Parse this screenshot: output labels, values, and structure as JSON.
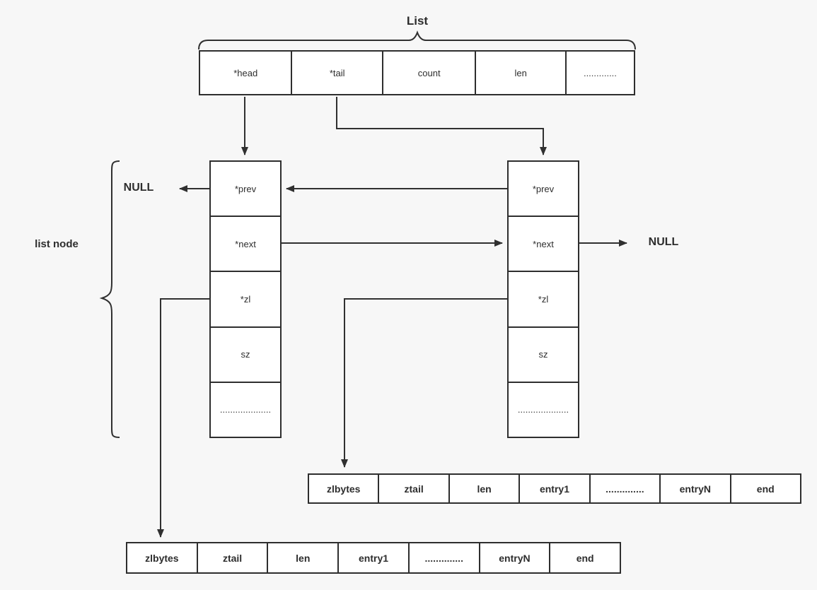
{
  "colors": {
    "background": "#f7f7f7",
    "line": "#303030",
    "cell_fill": "#ffffff",
    "text": "#2d2d2d"
  },
  "list_struct": {
    "label": "List",
    "cells": [
      "*head",
      "*tail",
      "count",
      "len",
      "............."
    ]
  },
  "list_node_label": "list node",
  "null_left": "NULL",
  "null_right": "NULL",
  "node_left": {
    "cells": [
      "*prev",
      "*next",
      "*zl",
      "sz",
      "...................."
    ]
  },
  "node_right": {
    "cells": [
      "*prev",
      "*next",
      "*zl",
      "sz",
      "...................."
    ]
  },
  "ziplist_right": {
    "cells": [
      "zlbytes",
      "ztail",
      "len",
      "entry1",
      "..............",
      "entryN",
      "end"
    ]
  },
  "ziplist_bottom": {
    "cells": [
      "zlbytes",
      "ztail",
      "len",
      "entry1",
      "..............",
      "entryN",
      "end"
    ]
  }
}
